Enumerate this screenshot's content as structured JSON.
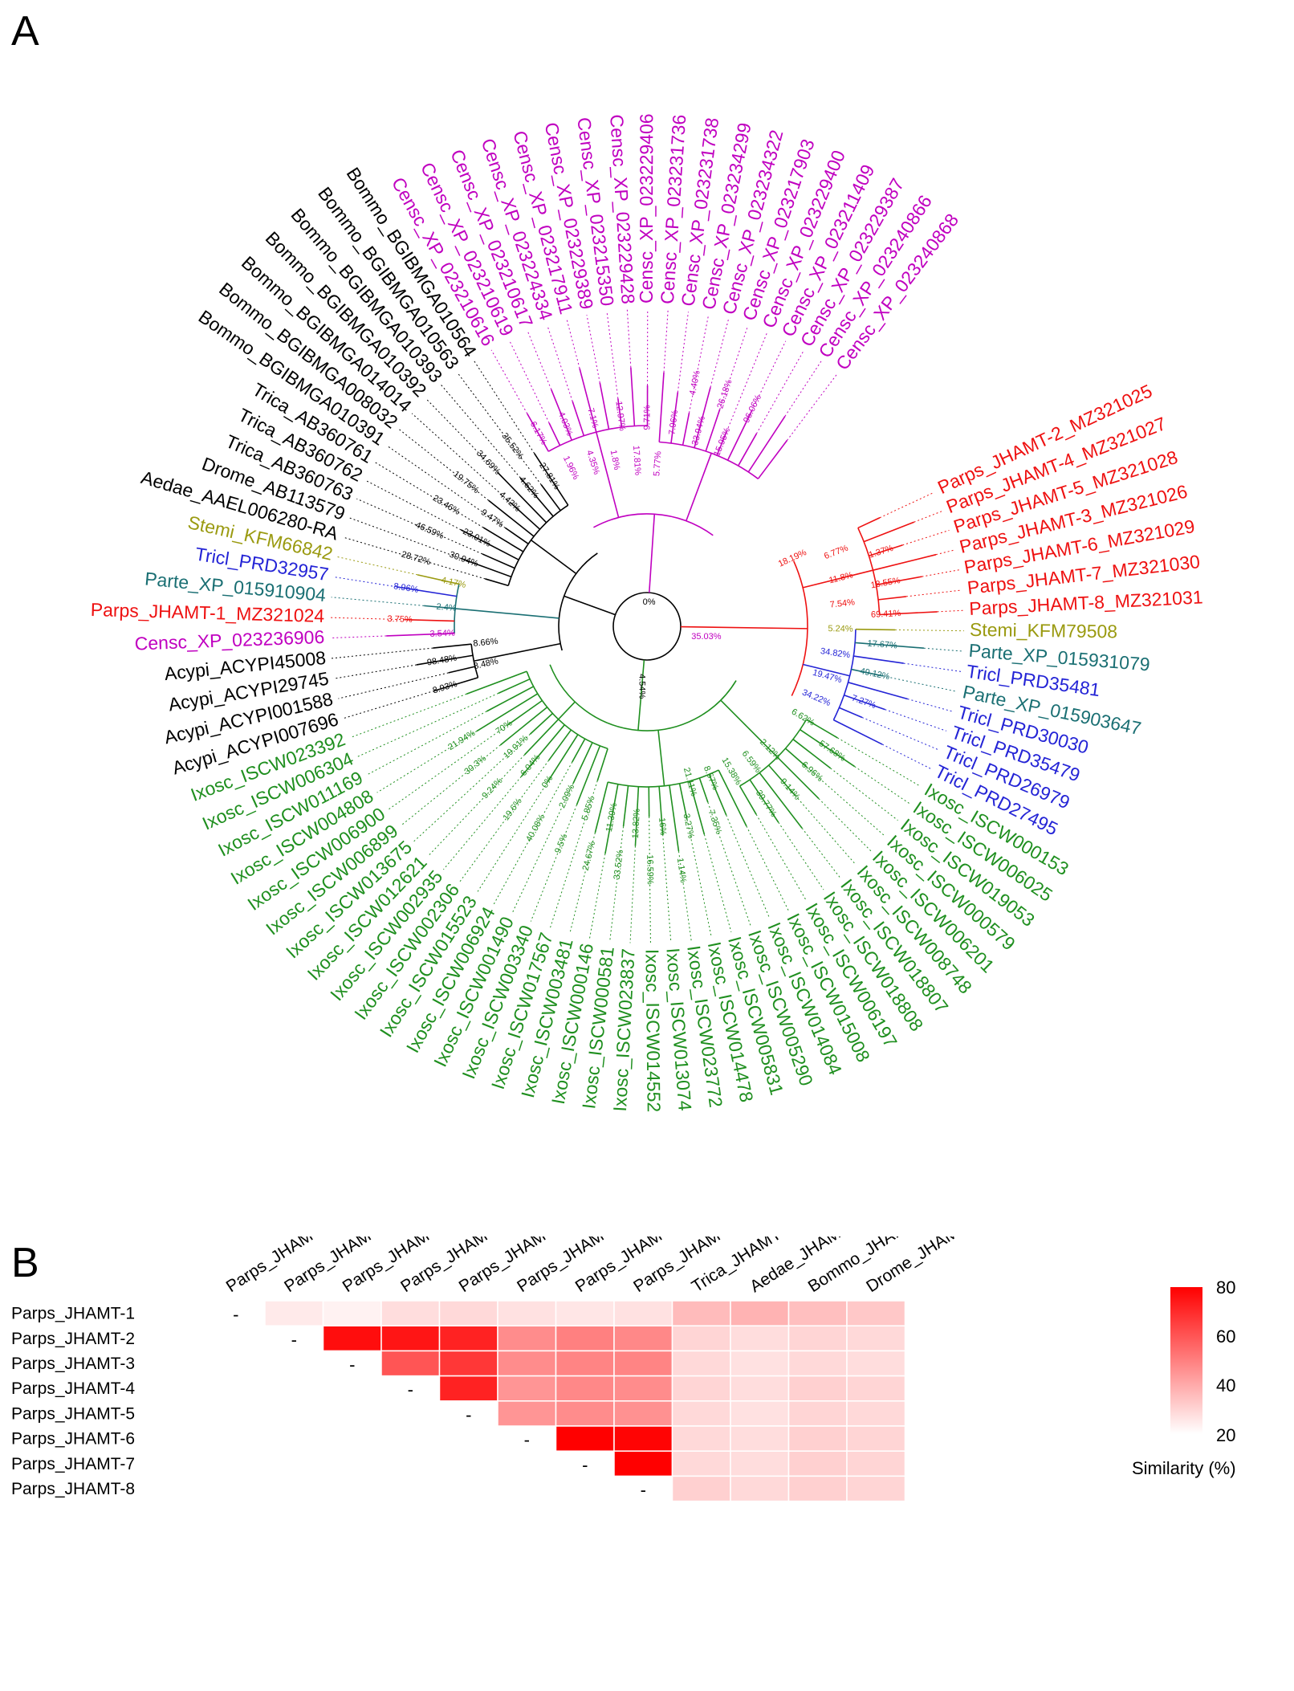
{
  "panels": {
    "a": "A",
    "b": "B"
  },
  "colors": {
    "Censc": "#c000c0",
    "Parps": "#ee1111",
    "Ixosc": "#1f8f1f",
    "Tricl": "#2424d6",
    "Parte": "#1a6f73",
    "Stemi": "#9a9a10",
    "other": "#000000"
  },
  "tree": {
    "root_labels": [
      "0%",
      "35.03%",
      "4.54%"
    ],
    "leaves": [
      {
        "label": "Parps_JHAMT-2_MZ321025",
        "group": "Parps",
        "bl": "18.19%"
      },
      {
        "label": "Parps_JHAMT-4_MZ321027",
        "group": "Parps",
        "bl": "6.77%"
      },
      {
        "label": "Parps_JHAMT-5_MZ321028",
        "group": "Parps",
        "bl": "1.37%"
      },
      {
        "label": "Parps_JHAMT-3_MZ321026",
        "group": "Parps",
        "bl": "11.8%"
      },
      {
        "label": "Parps_JHAMT-6_MZ321029",
        "group": "Parps",
        "bl": "18.55%"
      },
      {
        "label": "Parps_JHAMT-7_MZ321030",
        "group": "Parps",
        "bl": "7.54%"
      },
      {
        "label": "Parps_JHAMT-8_MZ321031",
        "group": "Parps",
        "bl": "69.41%"
      },
      {
        "label": "Stemi_KFM79508",
        "group": "Stemi",
        "bl": "5.24%"
      },
      {
        "label": "Parte_XP_015931079",
        "group": "Parte",
        "bl": "17.67%"
      },
      {
        "label": "Tricl_PRD35481",
        "group": "Tricl",
        "bl": "34.82%"
      },
      {
        "label": "Parte_XP_015903647",
        "group": "Parte",
        "bl": "49.12%"
      },
      {
        "label": "Tricl_PRD30030",
        "group": "Tricl",
        "bl": "19.47%"
      },
      {
        "label": "Tricl_PRD35479",
        "group": "Tricl",
        "bl": "7.27%"
      },
      {
        "label": "Tricl_PRD26979",
        "group": "Tricl",
        "bl": "34.22%"
      },
      {
        "label": "Tricl_PRD27495",
        "group": "Tricl",
        "bl": ""
      },
      {
        "label": "Ixosc_ISCW000153",
        "group": "Ixosc",
        "bl": "6.62%"
      },
      {
        "label": "Ixosc_ISCW006025",
        "group": "Ixosc",
        "bl": "57.68%"
      },
      {
        "label": "Ixosc_ISCW019053",
        "group": "Ixosc",
        "bl": ""
      },
      {
        "label": "Ixosc_ISCW000579",
        "group": "Ixosc",
        "bl": "6.96%"
      },
      {
        "label": "Ixosc_ISCW006201",
        "group": "Ixosc",
        "bl": "2.12%"
      },
      {
        "label": "Ixosc_ISCW008748",
        "group": "Ixosc",
        "bl": "9.14%"
      },
      {
        "label": "Ixosc_ISCW018807",
        "group": "Ixosc",
        "bl": "6.59%"
      },
      {
        "label": "Ixosc_ISCW018808",
        "group": "Ixosc",
        "bl": "39.77%"
      },
      {
        "label": "Ixosc_ISCW006197",
        "group": "Ixosc",
        "bl": "15.38%"
      },
      {
        "label": "Ixosc_ISCW015008",
        "group": "Ixosc",
        "bl": ""
      },
      {
        "label": "Ixosc_ISCW014084",
        "group": "Ixosc",
        "bl": "8.67%"
      },
      {
        "label": "Ixosc_ISCW005290",
        "group": "Ixosc",
        "bl": "7.35%"
      },
      {
        "label": "Ixosc_ISCW005831",
        "group": "Ixosc",
        "bl": "21.11%"
      },
      {
        "label": "Ixosc_ISCW014478",
        "group": "Ixosc",
        "bl": "3.27%"
      },
      {
        "label": "Ixosc_ISCW023772",
        "group": "Ixosc",
        "bl": "1.14%"
      },
      {
        "label": "Ixosc_ISCW013074",
        "group": "Ixosc",
        "bl": "16%"
      },
      {
        "label": "Ixosc_ISCW014552",
        "group": "Ixosc",
        "bl": "16.59%"
      },
      {
        "label": "Ixosc_ISCW023837",
        "group": "Ixosc",
        "bl": "13.82%"
      },
      {
        "label": "Ixosc_ISCW000581",
        "group": "Ixosc",
        "bl": "33.52%"
      },
      {
        "label": "Ixosc_ISCW000146",
        "group": "Ixosc",
        "bl": "11.39%"
      },
      {
        "label": "Ixosc_ISCW003481",
        "group": "Ixosc",
        "bl": "24.67%"
      },
      {
        "label": "Ixosc_ISCW017567",
        "group": "Ixosc",
        "bl": "5.85%"
      },
      {
        "label": "Ixosc_ISCW003340",
        "group": "Ixosc",
        "bl": "9.5%"
      },
      {
        "label": "Ixosc_ISCW001490",
        "group": "Ixosc",
        "bl": "2.09%"
      },
      {
        "label": "Ixosc_ISCW006924",
        "group": "Ixosc",
        "bl": "40.08%"
      },
      {
        "label": "Ixosc_ISCW015523",
        "group": "Ixosc",
        "bl": "0%"
      },
      {
        "label": "Ixosc_ISCW002306",
        "group": "Ixosc",
        "bl": "19.6%"
      },
      {
        "label": "Ixosc_ISCW002935",
        "group": "Ixosc",
        "bl": "6.04%"
      },
      {
        "label": "Ixosc_ISCW012621",
        "group": "Ixosc",
        "bl": "9.24%"
      },
      {
        "label": "Ixosc_ISCW013675",
        "group": "Ixosc",
        "bl": "19.91%"
      },
      {
        "label": "Ixosc_ISCW006899",
        "group": "Ixosc",
        "bl": "30.3%"
      },
      {
        "label": "Ixosc_ISCW006900",
        "group": "Ixosc",
        "bl": "70%"
      },
      {
        "label": "Ixosc_ISCW004808",
        "group": "Ixosc",
        "bl": "21.94%"
      },
      {
        "label": "Ixosc_ISCW011169",
        "group": "Ixosc",
        "bl": ""
      },
      {
        "label": "Ixosc_ISCW006304",
        "group": "Ixosc",
        "bl": ""
      },
      {
        "label": "Ixosc_ISCW023392",
        "group": "Ixosc",
        "bl": ""
      },
      {
        "label": "Acypi_ACYPI007696",
        "group": "other",
        "bl": "8.93%"
      },
      {
        "label": "Acypi_ACYPI001588",
        "group": "other",
        "bl": "8.48%"
      },
      {
        "label": "Acypi_ACYPI29745",
        "group": "other",
        "bl": "98.48%"
      },
      {
        "label": "Acypi_ACYPI45008",
        "group": "other",
        "bl": "8.66%"
      },
      {
        "label": "Censc_XP_023236906",
        "group": "Censc",
        "bl": "3.54%"
      },
      {
        "label": "Parps_JHAMT-1_MZ321024",
        "group": "Parps",
        "bl": "3.75%"
      },
      {
        "label": "Parte_XP_015910904",
        "group": "Parte",
        "bl": "2.4%"
      },
      {
        "label": "Tricl_PRD32957",
        "group": "Tricl",
        "bl": "8.96%"
      },
      {
        "label": "Stemi_KFM66842",
        "group": "Stemi",
        "bl": "4.17%"
      },
      {
        "label": "Aedae_AAEL006280-RA",
        "group": "other",
        "bl": "28.72%"
      },
      {
        "label": "Drome_AB113579",
        "group": "other",
        "bl": "30.94%"
      },
      {
        "label": "Trica_AB360763",
        "group": "other",
        "bl": "46.59%"
      },
      {
        "label": "Trica_AB360762",
        "group": "other",
        "bl": "23.01%"
      },
      {
        "label": "Trica_AB360761",
        "group": "other",
        "bl": "23.46%"
      },
      {
        "label": "Bommo_BGIBMGA010391",
        "group": "other",
        "bl": "9.47%"
      },
      {
        "label": "Bommo_BGIBMGA008032",
        "group": "other",
        "bl": "19.75%"
      },
      {
        "label": "Bommo_BGIBMGA014014",
        "group": "other",
        "bl": "4.42%"
      },
      {
        "label": "Bommo_BGIBMGA010392",
        "group": "other",
        "bl": "34.69%"
      },
      {
        "label": "Bommo_BGIBMGA010393",
        "group": "other",
        "bl": "4.62%"
      },
      {
        "label": "Bommo_BGIBMGA010563",
        "group": "other",
        "bl": "35.52%"
      },
      {
        "label": "Bommo_BGIBMGA010564",
        "group": "other",
        "bl": "27.81%"
      },
      {
        "label": "Censc_XP_023210616",
        "group": "Censc",
        "bl": "6.17%"
      },
      {
        "label": "Censc_XP_023210619",
        "group": "Censc",
        "bl": "1.96%"
      },
      {
        "label": "Censc_XP_023210617",
        "group": "Censc",
        "bl": "4.03%"
      },
      {
        "label": "Censc_XP_023224334",
        "group": "Censc",
        "bl": "4.35%"
      },
      {
        "label": "Censc_XP_023217911",
        "group": "Censc",
        "bl": "7.1%"
      },
      {
        "label": "Censc_XP_023229389",
        "group": "Censc",
        "bl": "1.8%"
      },
      {
        "label": "Censc_XP_023215350",
        "group": "Censc",
        "bl": "12.97%"
      },
      {
        "label": "Censc_XP_023229428",
        "group": "Censc",
        "bl": "17.81%"
      },
      {
        "label": "Censc_XP_023229406",
        "group": "Censc",
        "bl": "9.71%"
      },
      {
        "label": "Censc_XP_023231736",
        "group": "Censc",
        "bl": "5.77%"
      },
      {
        "label": "Censc_XP_023231738",
        "group": "Censc",
        "bl": "7.96%"
      },
      {
        "label": "Censc_XP_023234299",
        "group": "Censc",
        "bl": "4.40%"
      },
      {
        "label": "Censc_XP_023234322",
        "group": "Censc",
        "bl": "33.94%"
      },
      {
        "label": "Censc_XP_023217903",
        "group": "Censc",
        "bl": "26.18%"
      },
      {
        "label": "Censc_XP_023229400",
        "group": "Censc",
        "bl": "15.95%"
      },
      {
        "label": "Censc_XP_023211409",
        "group": "Censc",
        "bl": "96.06%"
      },
      {
        "label": "Censc_XP_023229387",
        "group": "Censc",
        "bl": ""
      },
      {
        "label": "Censc_XP_023240866",
        "group": "Censc",
        "bl": ""
      },
      {
        "label": "Censc_XP_023240868",
        "group": "Censc",
        "bl": ""
      }
    ]
  },
  "heatmap": {
    "labels": [
      "Parps_JHAMT-1",
      "Parps_JHAMT-2",
      "Parps_JHAMT-3",
      "Parps_JHAMT-4",
      "Parps_JHAMT-5",
      "Parps_JHAMT-6",
      "Parps_JHAMT-7",
      "Parps_JHAMT-8",
      "Trica_JHAMT",
      "Aedae_JHAMT",
      "Bommo_JHAMT",
      "Drome_JHAMT"
    ],
    "diagonal_symbol": "-",
    "matrix": [
      [
        25,
        23,
        28,
        29,
        27,
        26,
        27,
        36,
        38,
        35,
        33
      ],
      [
        77,
        75,
        72,
        47,
        50,
        48,
        30,
        28,
        30,
        29
      ],
      [
        60,
        67,
        47,
        49,
        49,
        29,
        27,
        29,
        28
      ],
      [
        72,
        45,
        48,
        47,
        30,
        28,
        31,
        30
      ],
      [
        45,
        47,
        46,
        29,
        27,
        30,
        29
      ],
      [
        80,
        79,
        29,
        28,
        31,
        30
      ],
      [
        80,
        29,
        28,
        31,
        30
      ],
      [
        31,
        29,
        31,
        30
      ]
    ],
    "colorbar": {
      "title": "Similarity (%)",
      "min": 20,
      "max": 80,
      "ticks": [
        "80",
        "60",
        "40",
        "20"
      ],
      "color_low": "#ffffff",
      "color_high": "#ff0000"
    }
  }
}
